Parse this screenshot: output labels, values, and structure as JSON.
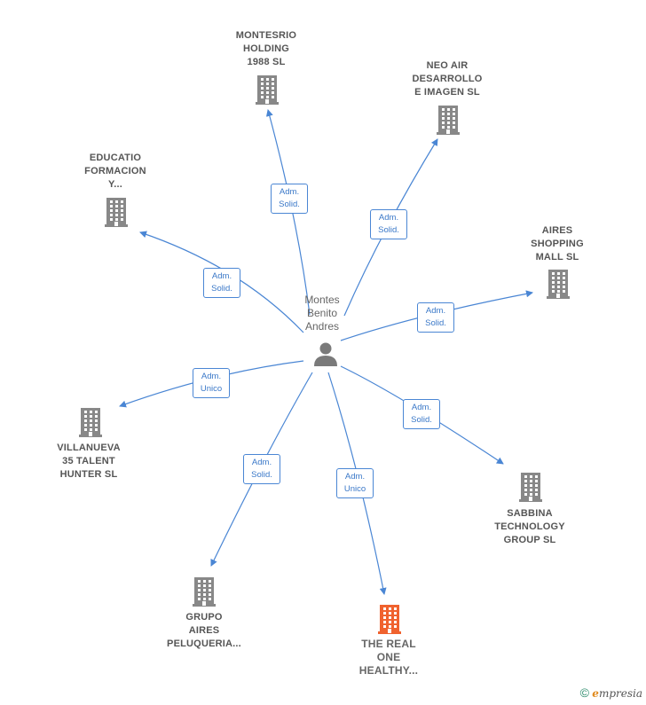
{
  "center": {
    "lines": [
      "Montes",
      "Benito",
      "Andres"
    ]
  },
  "colors": {
    "edge": "#4a86d4",
    "node": "#888888",
    "highlight": "#f0622e"
  },
  "nodes": [
    {
      "id": "montesrio",
      "lines": [
        "MONTESRIO",
        "HOLDING",
        "1988 SL"
      ],
      "highlight": false
    },
    {
      "id": "neo-air",
      "lines": [
        "NEO AIR",
        "DESARROLLO",
        "E IMAGEN SL"
      ],
      "highlight": false
    },
    {
      "id": "educatio",
      "lines": [
        "EDUCATIO",
        "FORMACION",
        "Y..."
      ],
      "highlight": false
    },
    {
      "id": "aires-shopping",
      "lines": [
        "AIRES",
        "SHOPPING",
        "MALL  SL"
      ],
      "highlight": false
    },
    {
      "id": "villanueva",
      "lines": [
        "VILLANUEVA",
        "35 TALENT",
        "HUNTER  SL"
      ],
      "highlight": false
    },
    {
      "id": "sabbina",
      "lines": [
        "SABBINA",
        "TECHNOLOGY",
        "GROUP  SL"
      ],
      "highlight": false
    },
    {
      "id": "grupo-aires",
      "lines": [
        "GRUPO",
        "AIRES",
        "PELUQUERIA..."
      ],
      "highlight": false
    },
    {
      "id": "the-real-one",
      "lines": [
        "THE REAL",
        "ONE",
        "HEALTHY..."
      ],
      "highlight": true
    }
  ],
  "edges": [
    {
      "to": "montesrio",
      "lines": [
        "Adm.",
        "Solid."
      ]
    },
    {
      "to": "neo-air",
      "lines": [
        "Adm.",
        "Solid."
      ]
    },
    {
      "to": "educatio",
      "lines": [
        "Adm.",
        "Solid."
      ]
    },
    {
      "to": "aires-shopping",
      "lines": [
        "Adm.",
        "Solid."
      ]
    },
    {
      "to": "villanueva",
      "lines": [
        "Adm.",
        "Unico"
      ]
    },
    {
      "to": "sabbina",
      "lines": [
        "Adm.",
        "Solid."
      ]
    },
    {
      "to": "grupo-aires",
      "lines": [
        "Adm.",
        "Solid."
      ]
    },
    {
      "to": "the-real-one",
      "lines": [
        "Adm.",
        "Unico"
      ]
    }
  ],
  "footer": {
    "copyright": "©",
    "brand_initial": "e",
    "brand_rest": "mpresia"
  }
}
